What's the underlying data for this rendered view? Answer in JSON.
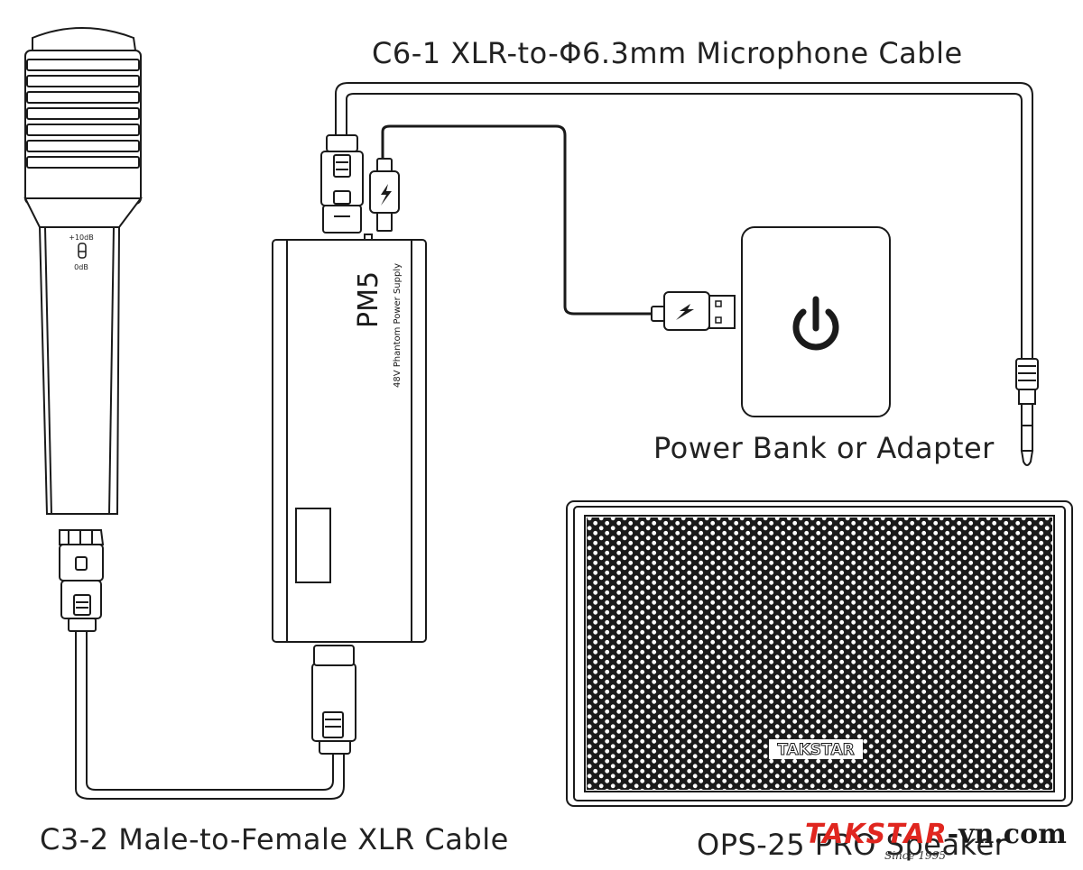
{
  "labels": {
    "c6_1_cable": "C6-1 XLR-to-Φ6.3mm Microphone Cable",
    "power_source": "Power Bank or Adapter",
    "c3_2_cable": "C3-2 Male-to-Female XLR Cable",
    "speaker": "OPS-25 PRO Speaker"
  },
  "microphone": {
    "gain_high": "+10dB",
    "gain_low": "0dB"
  },
  "pm5": {
    "model": "PM5",
    "subtitle": "48V Phantom Power Supply"
  },
  "speaker_logo": "TAKSTAR",
  "watermark": {
    "brand": "TAKSTAR",
    "domain": "-vn.com",
    "since": "Since 1995"
  },
  "icons": [
    "lightning-icon",
    "power-icon"
  ],
  "colors": {
    "line": "#1a1a1a",
    "watermark_red": "#e0261f"
  }
}
